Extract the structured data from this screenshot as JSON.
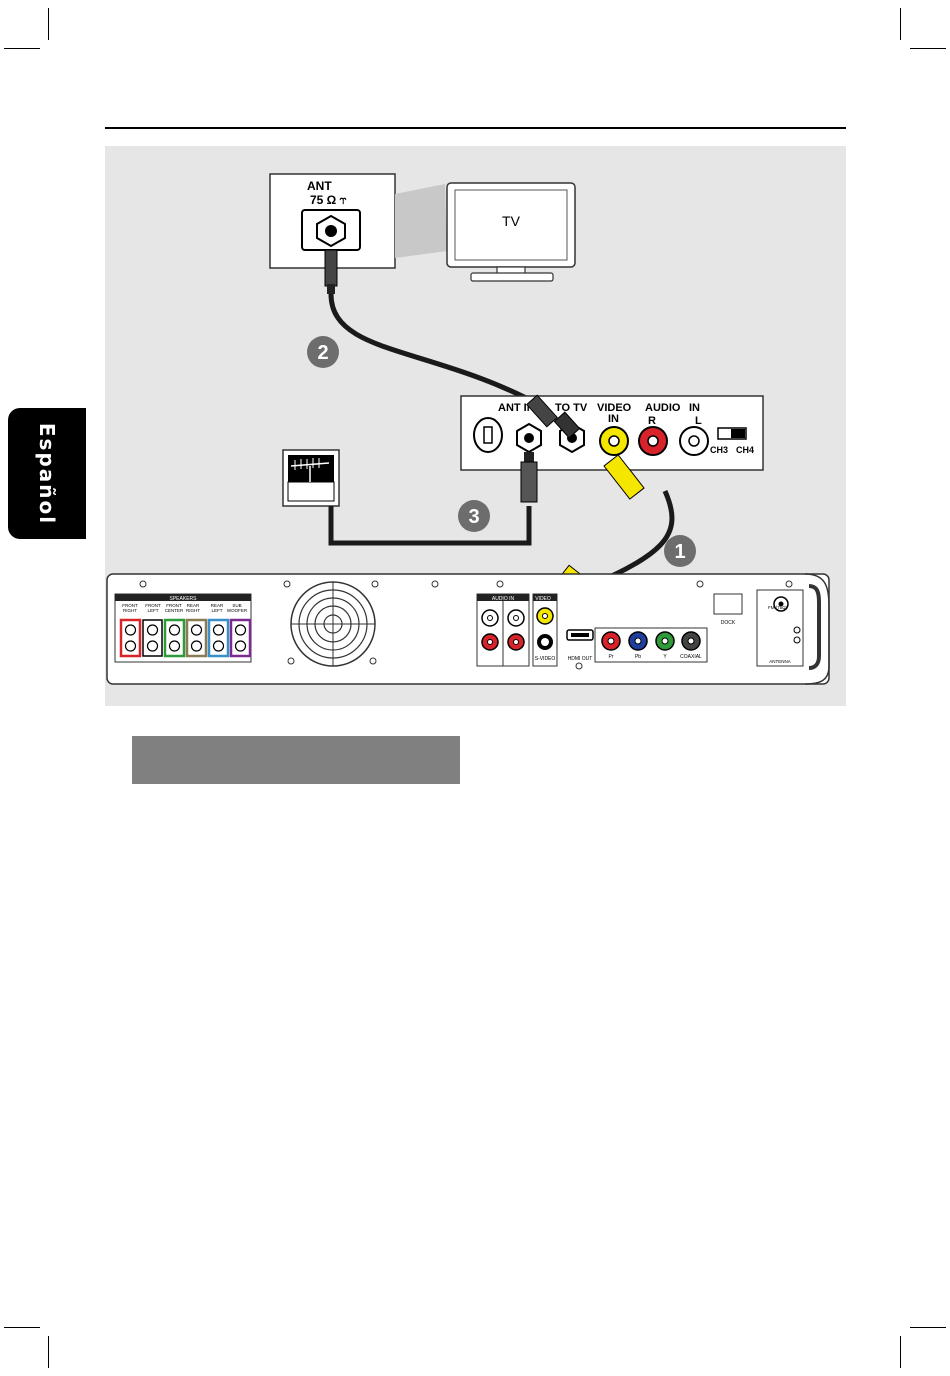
{
  "side_tab": {
    "label": "Español"
  },
  "diagram": {
    "wall_antenna": {
      "ant_label": "ANT",
      "impedance_label": "75 Ω ⥾"
    },
    "tv": {
      "label": "TV"
    },
    "vcr_box": {
      "ant_in_label": "ANT IN",
      "to_tv_label": "TO TV",
      "video_label": "VIDEO",
      "video_in_label": "IN",
      "audio_label": "AUDIO",
      "audio_in_label": "IN",
      "right_label": "R",
      "left_label": "L",
      "ch3_label": "CH3",
      "ch4_label": "CH4"
    },
    "steps": [
      "1",
      "2",
      "3"
    ],
    "rear_panel": {
      "speakers_header": "SPEAKERS",
      "speaker_labels": [
        [
          "FRONT",
          "RIGHT"
        ],
        [
          "FRONT",
          "LEFT"
        ],
        [
          "FRONT",
          "CENTER"
        ],
        [
          "REAR",
          "RIGHT"
        ],
        [
          "REAR",
          "LEFT"
        ],
        [
          "SUB",
          "WOOFER"
        ]
      ],
      "audio_in_label": "AUDIO IN",
      "video_label": "VIDEO",
      "svideo_label": "S-VIDEO",
      "hdmi_label": "HDMI OUT",
      "component_labels": [
        "Pr",
        "Pb",
        "Y"
      ],
      "coaxial_label": "COAXIAL",
      "dock_label": "DOCK",
      "fm_label": "FM (75Ω)",
      "antenna_label": "ANTENNA"
    },
    "colors": {
      "video_yellow": "#f5e600",
      "audio_red": "#d8232a",
      "pb_blue": "#1f3f9e",
      "y_green": "#2f9a3a",
      "cable_dark": "#1a1a1a",
      "background": "#e6e6e6"
    }
  }
}
